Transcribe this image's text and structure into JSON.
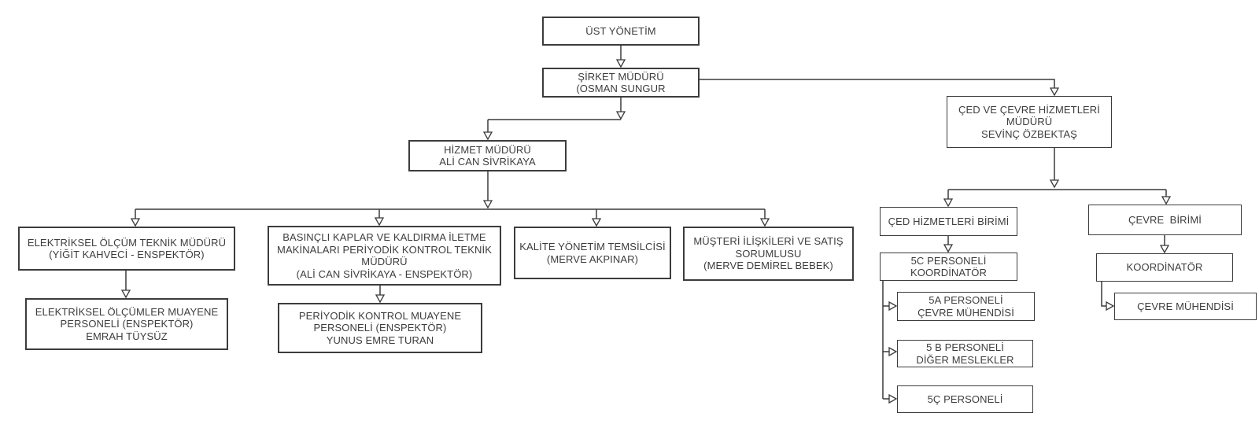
{
  "page": {
    "background": "#ffffff",
    "box_fill": "#ffffff",
    "line_color": "#3a3a3a",
    "text_color": "#3d3d3d"
  },
  "nodes": {
    "ust_yonetim": {
      "label": "ÜST YÖNETİM"
    },
    "sirket_muduru": {
      "label": "ŞİRKET MÜDÜRÜ\n(OSMAN SUNGUR"
    },
    "hizmet_muduru": {
      "label": "HİZMET MÜDÜRÜ\nALİ CAN SİVRİKAYA"
    },
    "ced_cevre_muduru": {
      "label": "ÇED VE ÇEVRE HİZMETLERİ\nMÜDÜRÜ\nSEVİNÇ ÖZBEKTAŞ"
    },
    "elektriksel_muduru": {
      "label": "ELEKTRİKSEL ÖLÇÜM TEKNİK MÜDÜRÜ\n(YİĞİT KAHVECİ - ENSPEKTÖR)"
    },
    "basincli_muduru": {
      "label": "BASINÇLI KAPLAR VE KALDIRMA İLETME\nMAKİNALARI PERİYODİK KONTROL TEKNİK\nMÜDÜRÜ\n(ALİ CAN SİVRİKAYA - ENSPEKTÖR)"
    },
    "kalite_temsilcisi": {
      "label": "KALİTE YÖNETİM TEMSİLCİSİ\n(MERVE AKPINAR)"
    },
    "musteri_sorumlusu": {
      "label": "MÜŞTERİ İLİŞKİLERİ VE SATIŞ\nSORUMLUSU\n(MERVE DEMİREL BEBEK)"
    },
    "elektriksel_personel": {
      "label": "ELEKTRİKSEL ÖLÇÜMLER MUAYENE\nPERSONELİ (ENSPEKTÖR)\nEMRAH TÜYSÜZ"
    },
    "periyodik_personel": {
      "label": "PERİYODİK KONTROL MUAYENE\nPERSONELİ (ENSPEKTÖR)\nYUNUS EMRE TURAN"
    },
    "ced_birimi": {
      "label": "ÇED HİZMETLERİ BİRİMİ"
    },
    "cevre_birimi": {
      "label": "ÇEVRE  BİRİMİ"
    },
    "personel_5c": {
      "label": "5C PERSONELİ\nKOORDİNATÖR"
    },
    "personel_5a": {
      "label": "5A PERSONELİ\nÇEVRE MÜHENDİSİ"
    },
    "personel_5b": {
      "label": "5 B PERSONELİ\nDİĞER MESLEKLER"
    },
    "personel_5cedilla": {
      "label": "5Ç PERSONELİ"
    },
    "koordinator": {
      "label": "KOORDİNATÖR"
    },
    "cevre_muhendisi": {
      "label": "ÇEVRE MÜHENDİSİ"
    }
  }
}
